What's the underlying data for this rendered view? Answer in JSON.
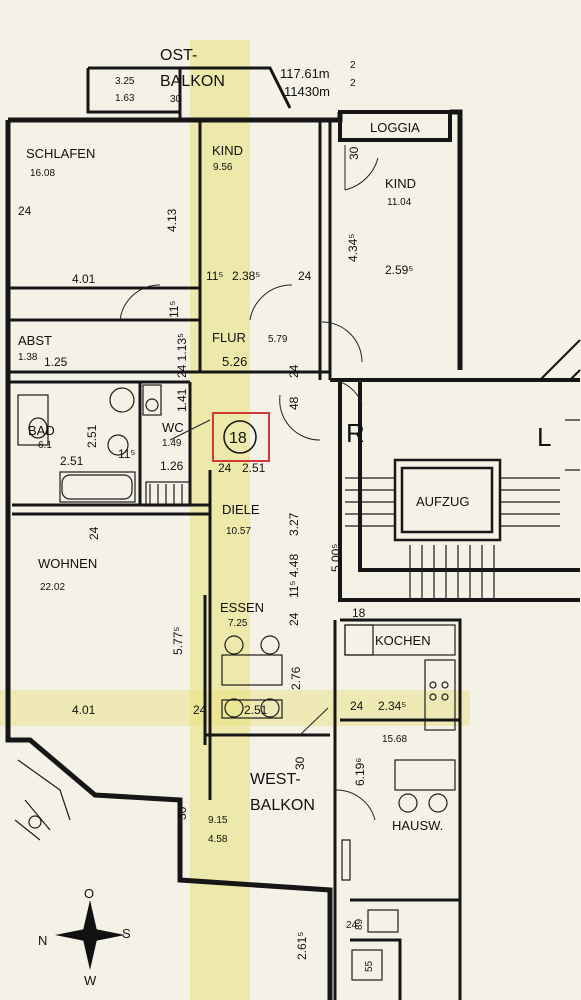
{
  "highlight_color": "#e8e27a",
  "marker_color": "#d23a3a",
  "top": {
    "ost": "OST-",
    "balkon": "BALKON",
    "area1": "117.61m",
    "area2": "11430m",
    "sup": "2",
    "b1": "3.25",
    "b2": "1.63",
    "b3": "30"
  },
  "rooms": {
    "schlafen": {
      "name": "SCHLAFEN",
      "area": "16.08"
    },
    "kind1": {
      "name": "KIND",
      "area": "9.56"
    },
    "loggia": {
      "name": "LOGGIA"
    },
    "kind2": {
      "name": "KIND",
      "area": "11.04"
    },
    "abst": {
      "name": "ABST",
      "area": "1.38",
      "dim": "1.25"
    },
    "flur": {
      "name": "FLUR",
      "area": "5.79",
      "dim": "5.26"
    },
    "bad": {
      "name": "BAD",
      "area": "6.1",
      "dim": "2.51"
    },
    "wc": {
      "name": "WC",
      "area": "1.49"
    },
    "diele": {
      "name": "DIELE",
      "area": "10.57"
    },
    "wohnen": {
      "name": "WOHNEN",
      "area": "22.02"
    },
    "essen": {
      "name": "ESSEN",
      "area": "7.25"
    },
    "kochen": {
      "name": "KOCHEN",
      "area": "15.68"
    },
    "westbalkon": {
      "l1": "WEST-",
      "l2": "BALKON",
      "a1": "9.15",
      "a2": "4.58"
    },
    "hausw": {
      "name": "HAUSW."
    },
    "aufzug": {
      "name": "AUFZUG"
    },
    "r": "R",
    "l": "L"
  },
  "marker": "18",
  "dims": {
    "d24a": "24",
    "d413": "4.13",
    "d401a": "4.01",
    "d115a": "11⁵",
    "d238": "2.38⁵",
    "d24b": "24",
    "d434": "4.34⁵",
    "d259": "2.59⁵",
    "d30a": "30",
    "d115b": "11⁵",
    "d1135": "24 1.13⁵",
    "d24c": "24",
    "d48": "48",
    "d141": "1.41",
    "d251b": "2.51",
    "d115c": "11⁵",
    "d126": "1.26",
    "d24d": "24",
    "d251c": "2.51",
    "d327": "3.27",
    "d5005": "5.00⁵",
    "d1154": "11⁵ 4.48",
    "d24e": "24",
    "d24f": "24",
    "d5775": "5.77⁵",
    "d276": "2.76",
    "d18": "18",
    "d401b": "4.01",
    "d24g": "24",
    "d251d": "2.51",
    "d24h": "24",
    "d2345": "2.34⁵",
    "d30b": "30",
    "d619": "6.19⁶",
    "d30c": "30",
    "d2615": "2.61⁵",
    "d89": "89",
    "d55": "55",
    "d24i": "24"
  },
  "compass": {
    "n": "N",
    "o": "O",
    "s": "S",
    "w": "W"
  }
}
